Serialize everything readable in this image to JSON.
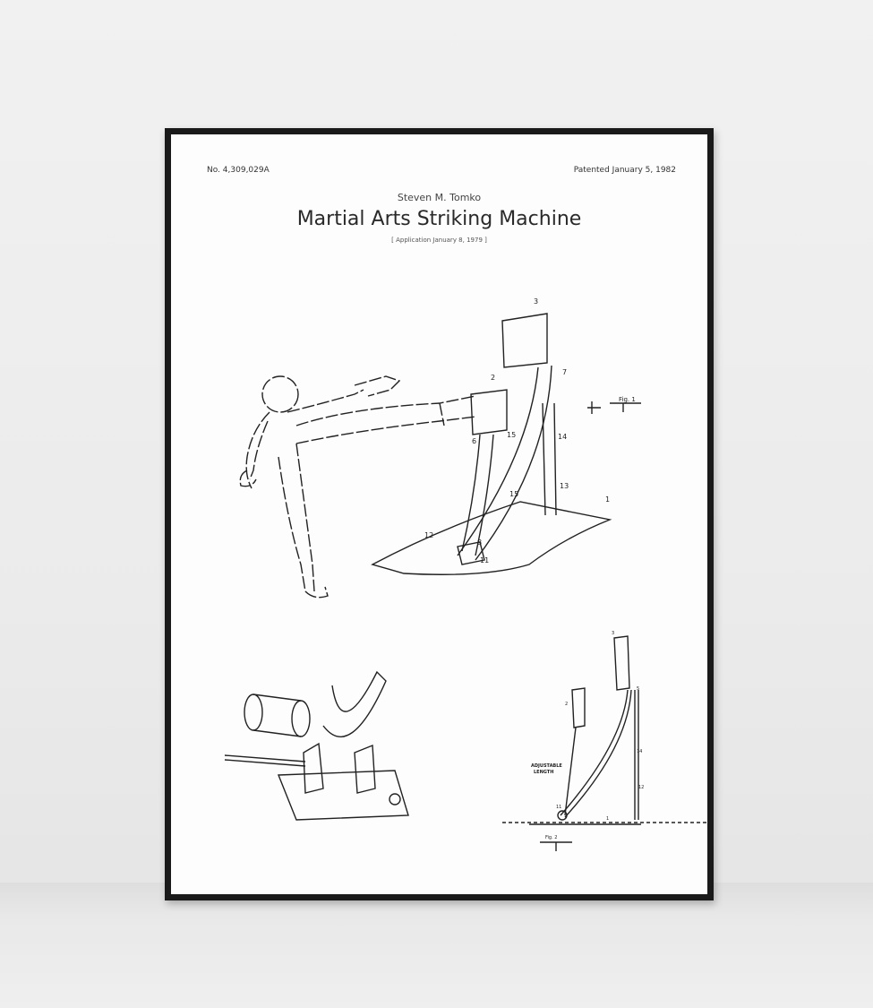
{
  "poster": {
    "patent_number": "No. 4,309,029A",
    "patent_date": "Patented January 5, 1982",
    "inventor": "Steven M. Tomko",
    "title": "Martial Arts Striking Machine",
    "application": "[ Application  January 8, 1979 ]"
  },
  "figure1": {
    "label": "Fig. 1",
    "callouts": [
      "3",
      "7",
      "2",
      "15",
      "14",
      "6",
      "15",
      "13",
      "1",
      "12",
      "8",
      "11"
    ]
  },
  "figure2": {
    "label": "Fig. 2",
    "adjustable": "ADJUSTABLE",
    "length": "LENGTH",
    "callouts": [
      "3",
      "2",
      "5",
      "14",
      "12",
      "1",
      "11"
    ]
  }
}
